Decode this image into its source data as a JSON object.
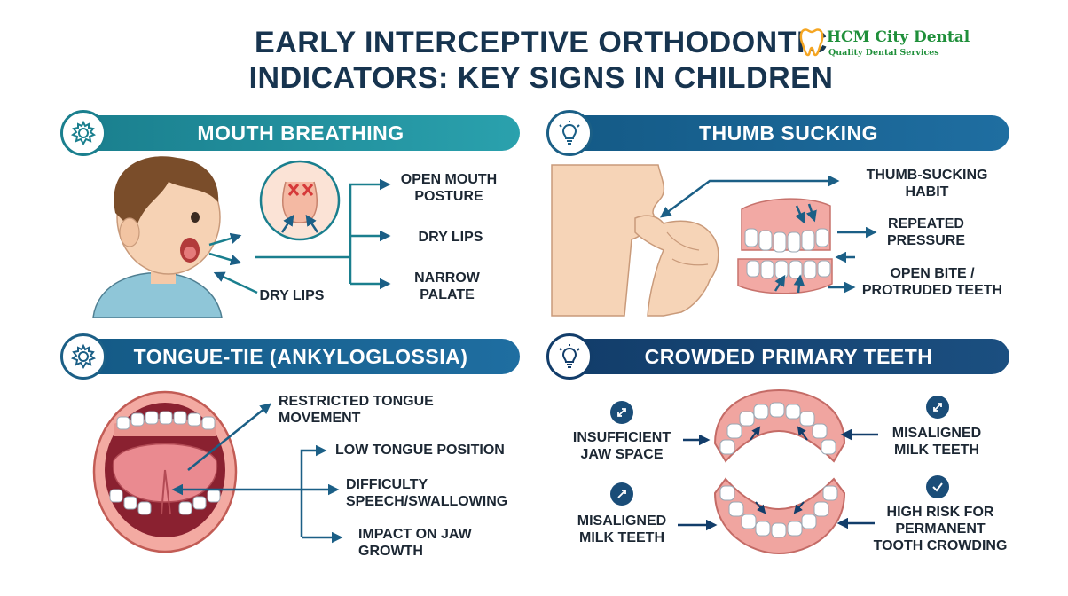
{
  "title": {
    "line1": "EARLY INTERCEPTIVE ORTHODONTIC",
    "line2": "INDICATORS: KEY SIGNS IN CHILDREN"
  },
  "brand": {
    "name": "HCM City Dental",
    "tagline": "Quality Dental Services",
    "color": "#1f8f3a"
  },
  "sections": {
    "mouth_breathing": {
      "heading": "MOUTH BREATHING",
      "icon": "gear-icon",
      "labels": {
        "open_mouth_posture": "OPEN MOUTH\nPOSTURE",
        "dry_lips_right": "DRY LIPS",
        "narrow_palate": "NARROW\nPALATE",
        "dry_lips_left": "DRY LIPS"
      }
    },
    "thumb_sucking": {
      "heading": "THUMB SUCKING",
      "icon": "lightbulb-icon",
      "labels": {
        "habit": "THUMB-SUCKING\nHABIT",
        "pressure": "REPEATED\nPRESSURE",
        "open_bite": "OPEN BITE /\nPROTRUDED TEETH"
      }
    },
    "tongue_tie": {
      "heading": "TONGUE-TIE (ANKYLOGLOSSIA)",
      "icon": "gear-icon",
      "labels": {
        "restricted": "RESTRICTED TONGUE\nMOVEMENT",
        "low_position": "LOW TONGUE POSITION",
        "difficulty": "DIFFICULTY\nSPEECH/SWALLOWING",
        "impact": "IMPACT ON JAW\nGROWTH"
      }
    },
    "crowded_teeth": {
      "heading": "CROWDED PRIMARY TEETH",
      "icon": "lightbulb-icon",
      "labels": {
        "insufficient": "INSUFFICIENT\nJAW SPACE",
        "misaligned_left": "MISALIGNED\nMILK TEETH",
        "misaligned_right": "MISALIGNED\nMILK TEETH",
        "high_risk": "HIGH RISK FOR\nPERMANENT\nTOOTH CROWDING"
      }
    }
  },
  "colors": {
    "teal": "#1a7f8e",
    "blue": "#145a86",
    "navy": "#123d6a",
    "arrow": "#1b5f86"
  }
}
